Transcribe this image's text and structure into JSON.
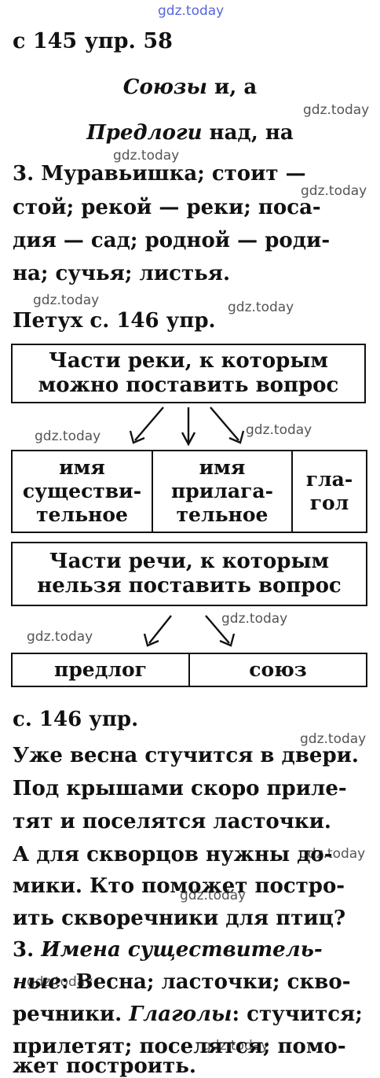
{
  "watermark": "gdz.today",
  "header1": "с 145 упр. 58",
  "conjunctions": {
    "term": "Союзы",
    "rest": " и, а"
  },
  "prepositions": {
    "term": "Предлоги",
    "rest": " над, на"
  },
  "ex3_lines": [
    "3. Муравьишка; стоит —",
    "стой; рекой — реки; поса-",
    "дия — сад; родной — роди-",
    "на; сучья; листья."
  ],
  "header2": "Петух с. 146 упр.",
  "diagram": {
    "top_box": [
      "Части реки, к которым",
      "можно поставить вопрос"
    ],
    "row1": [
      [
        "имя",
        "существи-",
        "тельное"
      ],
      [
        "имя",
        "прилага-",
        "тельное"
      ],
      [
        "гла-",
        "гол"
      ]
    ],
    "bottom_box": [
      "Части речи, к которым",
      "нельзя поставить вопрос"
    ],
    "row2": [
      "предлог",
      "союз"
    ]
  },
  "header3": "с. 146 упр.",
  "text_lines": [
    "Уже весна стучится в двери.",
    "Под крышами скоро приле-",
    "тят и поселятся ласточки.",
    "А для скворцов нужны до-",
    "мики. Кто поможет постро-",
    "ить скворечники для птиц?"
  ],
  "nouns": {
    "prefix": "3. ",
    "term1": "Имена существитель-",
    "term2": "ные",
    "rest": ": Весна; ласточки; скво-"
  },
  "verbs_line": {
    "pre": "речники. ",
    "term": "Глаголы",
    "rest": ": стучится;"
  },
  "last_lines": [
    "прилетят; поселятся; помо-",
    "жет построить."
  ]
}
